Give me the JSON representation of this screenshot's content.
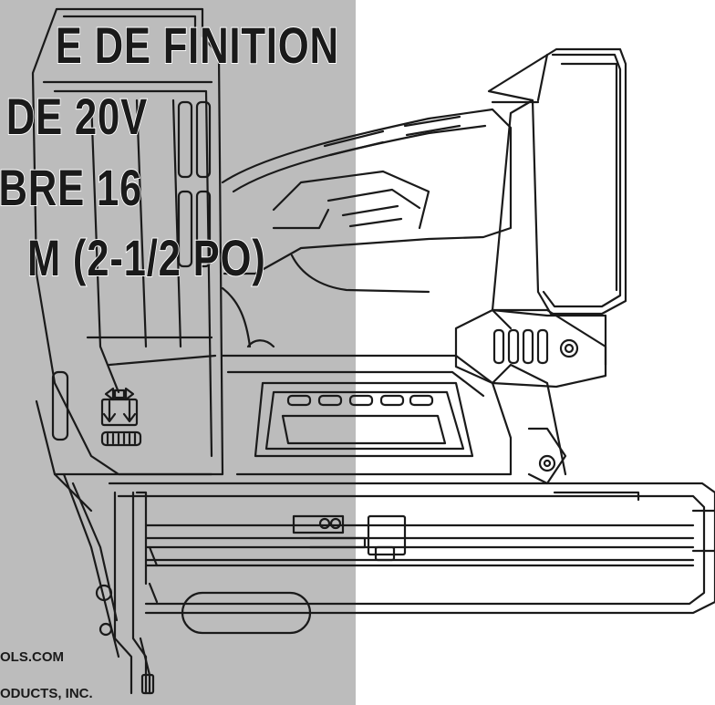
{
  "cover": {
    "title_lines": [
      "E DE FINITION",
      "DE 20V",
      "BRE 16",
      "M (2-1/2 PO)"
    ],
    "footer_website": "OLS.COM",
    "footer_company": "ODUCTS, INC."
  },
  "colors": {
    "panel_grey": "#bcbcbc",
    "ink": "#1a1a1a",
    "background": "#ffffff"
  },
  "illustration": {
    "subject": "cordless-finish-nailer-line-drawing",
    "icons": [
      "depth-adjust-icon",
      "battery-pack"
    ]
  }
}
